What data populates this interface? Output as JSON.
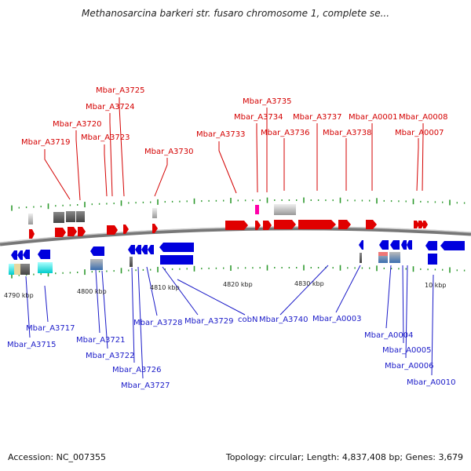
{
  "title": "Methanosarcina barkeri str. fusaro chromosome 1, complete se...",
  "accession_text": "Accession: NC_007355",
  "summary_text": "Topology: circular; Length: 4,837,408 bp; Genes: 3,679",
  "colors": {
    "forward": "#e00000",
    "reverse": "#0000dd",
    "label_forward": "#d40000",
    "label_reverse": "#1a1ac8",
    "backbone": "#888888",
    "tick": "#2e9a2e",
    "rna": "#ff00aa",
    "other_feature": "#aaaaaa",
    "cyan_feature": "#22e0e0"
  },
  "scale_ticks": [
    "4790 kbp",
    "4800 kbp",
    "4810 kbp",
    "4820 kbp",
    "4830 kbp",
    "10 kbp"
  ],
  "forward_genes": [
    "Mbar_A3719",
    "Mbar_A3720",
    "Mbar_A3723",
    "Mbar_A3724",
    "Mbar_A3725",
    "Mbar_A3730",
    "Mbar_A3733",
    "Mbar_A3734",
    "Mbar_A3735",
    "Mbar_A3736",
    "Mbar_A3737",
    "Mbar_A3738",
    "Mbar_A0001",
    "Mbar_A0007",
    "Mbar_A0008"
  ],
  "reverse_genes": [
    "Mbar_A3715",
    "Mbar_A3717",
    "Mbar_A3721",
    "Mbar_A3722",
    "Mbar_A3726",
    "Mbar_A3727",
    "Mbar_A3728",
    "Mbar_A3729",
    "cobN",
    "Mbar_A3740",
    "Mbar_A0003",
    "Mbar_A0004",
    "Mbar_A0005",
    "Mbar_A0006",
    "Mbar_A0010"
  ]
}
